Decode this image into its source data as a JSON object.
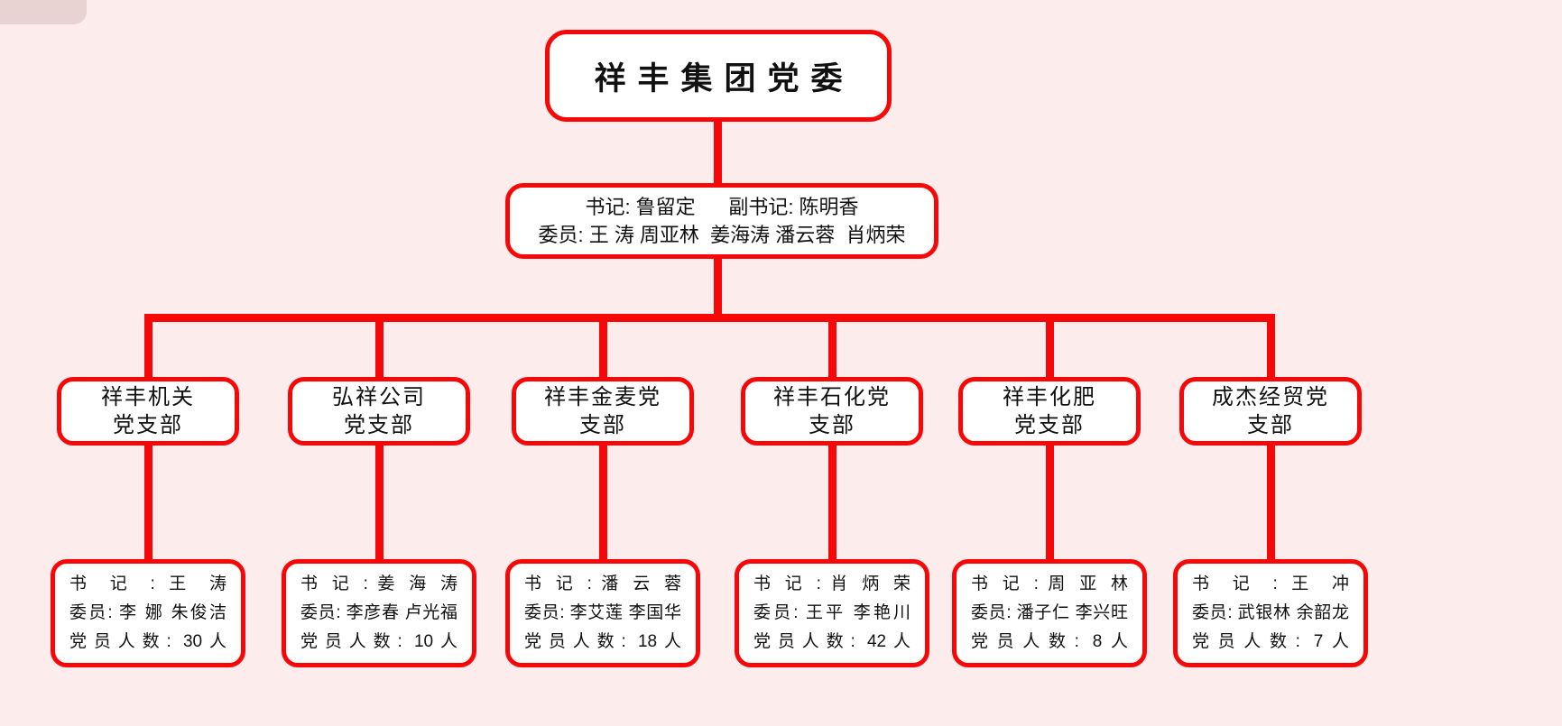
{
  "colors": {
    "background": "#fdecec",
    "accent": "#f70808",
    "box_background": "#ffffff",
    "text": "#111111"
  },
  "root_box": {
    "title": "祥丰集团党委"
  },
  "committee_box": {
    "line1": "书记: 鲁留定      副书记: 陈明香",
    "line2": "委员: 王 涛 周亚林  姜海涛 潘云蓉  肖炳荣"
  },
  "branches": [
    {
      "title_line1": "祥丰机关",
      "title_line2": "党支部",
      "secretary_line": "书 记 : 王 涛",
      "members_line": "委员: 李 娜 朱俊洁",
      "count_line": "党员人数: 30人"
    },
    {
      "title_line1": "弘祥公司",
      "title_line2": "党支部",
      "secretary_line": "书 记 : 姜 海 涛",
      "members_line": "委员: 李彦春 卢光福",
      "count_line": "党员人数: 10人"
    },
    {
      "title_line1": "祥丰金麦党",
      "title_line2": "支部",
      "secretary_line": "书 记 : 潘 云 蓉",
      "members_line": "委员: 李艾莲 李国华",
      "count_line": "党员人数: 18人"
    },
    {
      "title_line1": "祥丰石化党",
      "title_line2": "支部",
      "secretary_line": "书 记 : 肖 炳 荣",
      "members_line": "委员: 王平 李艳川",
      "count_line": "党员人数: 42人"
    },
    {
      "title_line1": "祥丰化肥",
      "title_line2": "党支部",
      "secretary_line": "书 记 : 周 亚 林",
      "members_line": "委员: 潘子仁 李兴旺",
      "count_line": "党员人数: 8人"
    },
    {
      "title_line1": "成杰经贸党",
      "title_line2": "支部",
      "secretary_line": "书 记 : 王 冲",
      "members_line": "委员: 武银林 余韶龙",
      "count_line": "党员人数: 7人"
    }
  ]
}
